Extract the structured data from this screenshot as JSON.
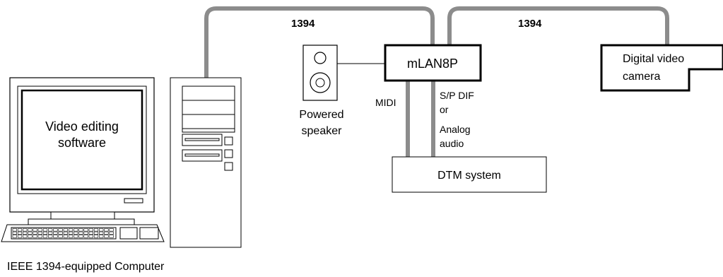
{
  "labels": {
    "computer_screen_line1": "Video editing",
    "computer_screen_line2": "software",
    "computer_caption": "IEEE 1394-equipped Computer",
    "speaker_line1": "Powered",
    "speaker_line2": "speaker",
    "hub": "mLAN8P",
    "camera_line1": "Digital video",
    "camera_line2": "camera",
    "dtm": "DTM system",
    "cable_left": "1394",
    "cable_right": "1394",
    "midi": "MIDI",
    "audio_line1": "S/P DIF",
    "audio_line2": "or",
    "audio_line3": "Analog",
    "audio_line4": "audio"
  },
  "colors": {
    "cable": "#8c8c8c",
    "line": "#000000",
    "screen": "#dcdcdc",
    "fill": "#ffffff"
  }
}
